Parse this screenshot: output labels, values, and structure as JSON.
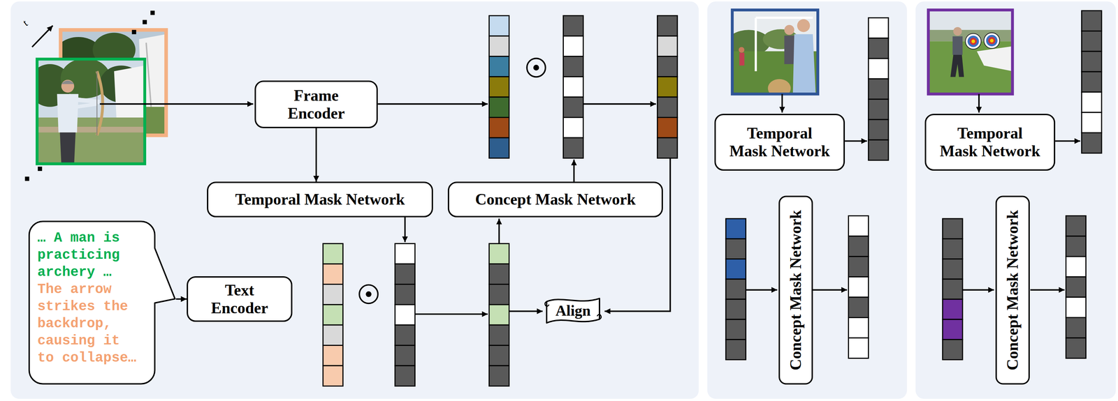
{
  "diagram": {
    "nodes": [
      {
        "text": [
          "Frame Encoder"
        ]
      },
      {
        "text": [
          "Temporal Mask Network"
        ]
      },
      {
        "text": [
          "Concept Mask Network"
        ]
      },
      {
        "text": [
          "… A man is practicing archery …",
          "The arrow strikes the backdrop, causing it to collapse…"
        ]
      },
      {
        "text": [
          "Text Encoder"
        ]
      },
      {
        "text": [
          "Align"
        ]
      },
      {
        "text": [
          "Temporal Mask Network"
        ]
      },
      {
        "text": [
          "Concept Mask Network"
        ]
      },
      {
        "text": [
          "Temporal Mask Network"
        ]
      },
      {
        "text": [
          "Concept Mask Network"
        ]
      }
    ],
    "edges": [
      {
        "from": 0,
        "to": 1,
        "arrow": "to"
      },
      {
        "from": 3,
        "to": 4,
        "arrow": "to"
      }
    ],
    "labels": [
      "t"
    ]
  }
}
